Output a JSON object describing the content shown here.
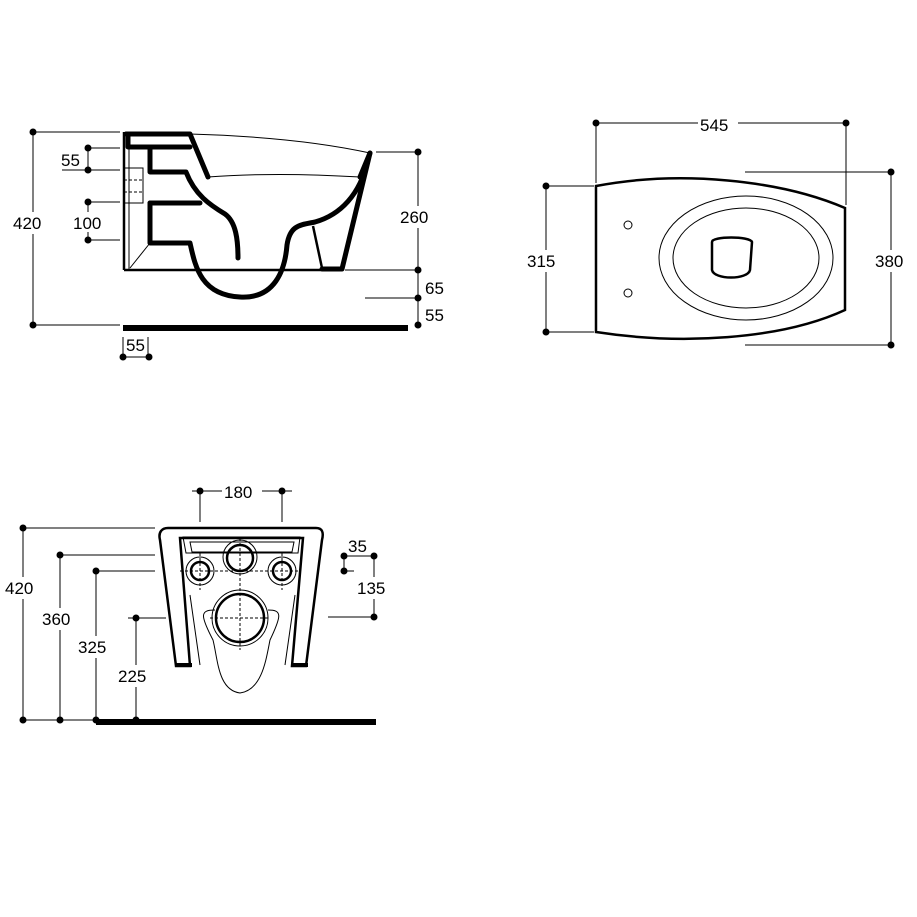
{
  "side_view": {
    "dims": {
      "total_height": "420",
      "inlet_height": "55",
      "outlet_height": "100",
      "bowl_height": "260",
      "outlet_drop": "65",
      "floor_clearance": "55",
      "wall_offset": "55"
    }
  },
  "top_view": {
    "dims": {
      "length": "545",
      "rear_width": "315",
      "front_width": "380"
    }
  },
  "rear_view": {
    "dims": {
      "fixing_spacing": "180",
      "total_height": "420",
      "inlet_height": "360",
      "fixing_height": "325",
      "outlet_height": "225",
      "fixing_offset": "35",
      "fixing_to_outlet": "135"
    }
  }
}
